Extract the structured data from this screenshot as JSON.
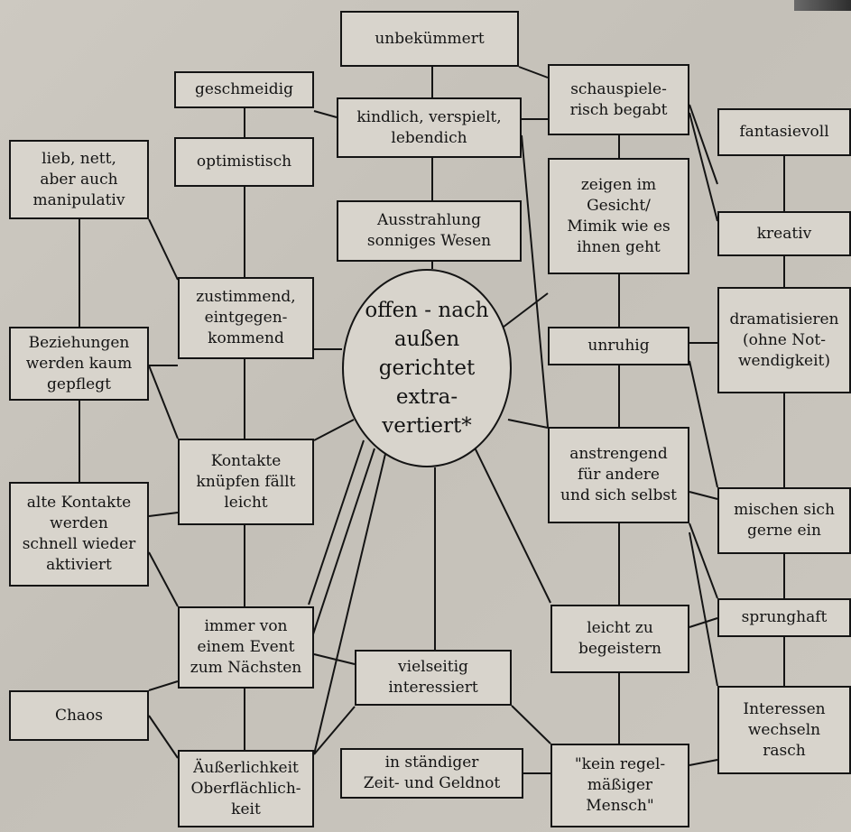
{
  "center": "offen - nach\naußen gerichtet\nextra-\nvertiert*",
  "boxes": {
    "unbekuemmert": "unbekümmert",
    "geschmeidig": "geschmeidig",
    "kindlich": "kindlich, verspielt,\nlebendich",
    "schauspielerisch": "schauspiele-\nrisch begabt",
    "fantasievoll": "fantasievoll",
    "lieb": "lieb, nett,\naber auch\nmanipulativ",
    "optimistisch": "optimistisch",
    "zeigen": "zeigen im\nGesicht/\nMimik wie es\nihnen geht",
    "kreativ": "kreativ",
    "ausstrahlung": "Ausstrahlung\nsonniges Wesen",
    "zustimmend": "zustimmend,\neintgegen-\nkommend",
    "dramatisieren": "dramatisieren\n(ohne Not-\nwendigkeit)",
    "beziehungen": "Beziehungen\nwerden kaum\ngepflegt",
    "unruhig": "unruhig",
    "kontakte": "Kontakte\nknüpfen fällt\nleicht",
    "anstrengend": "anstrengend\nfür andere\nund sich selbst",
    "alte_kontakte": "alte Kontakte\nwerden\nschnell wieder\naktiviert",
    "mischen": "mischen sich\ngerne ein",
    "sprunghaft": "sprunghaft",
    "immer": "immer von\neinem Event\nzum Nächsten",
    "leicht_begeistern": "leicht zu\nbegeistern",
    "vielseitig": "vielseitig\ninteressiert",
    "interessen": "Interessen\nwechseln\nrasch",
    "chaos": "Chaos",
    "aeusserlichkeit": "Äußerlichkeit\nOberflächlich-\nkeit",
    "zeit_geldnot": "in ständiger\nZeit- und Geldnot",
    "kein_regel": "\"kein regel-\nmäßiger\nMensch\""
  }
}
